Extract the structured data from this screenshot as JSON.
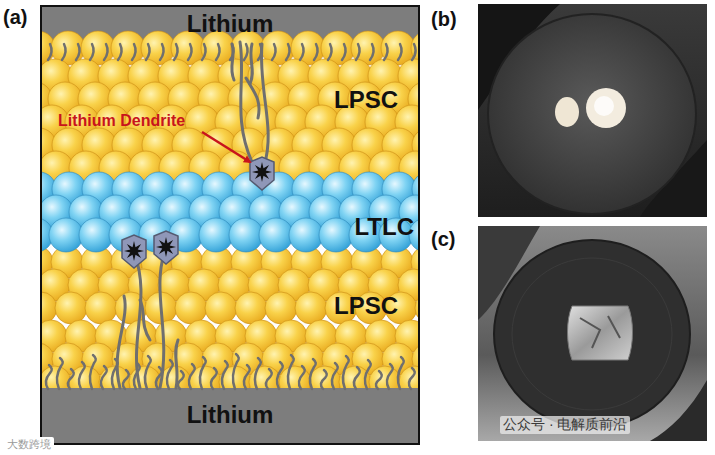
{
  "diagram": {
    "nodes": [
      {
        "text": [
          "Lithium"
        ]
      },
      {
        "text": [
          "LPSC"
        ]
      },
      {
        "text": [
          "LTLC"
        ]
      },
      {
        "text": [
          "LPSC"
        ]
      },
      {
        "text": [
          "Lithium"
        ]
      }
    ],
    "labels": [
      "(a)",
      "(b)",
      "(c)",
      "Lithium Dendrite",
      "公众号 · 电解质前沿",
      "大数跨境"
    ]
  }
}
